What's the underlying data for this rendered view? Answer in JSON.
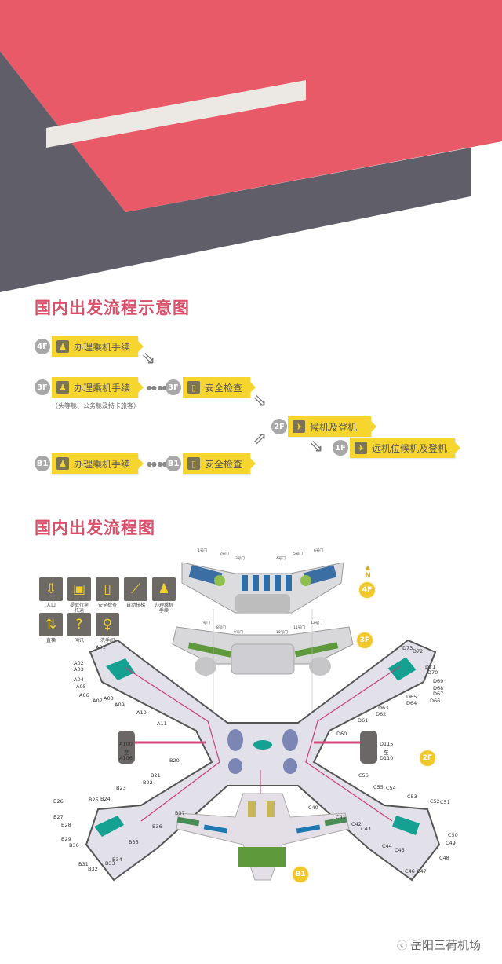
{
  "colors": {
    "red": "#e85a68",
    "dark_gray": "#5f5e69",
    "bar": "#ece8e4",
    "yellow": "#f6d52f",
    "title": "#d9506a",
    "teal": "#14a192",
    "green": "#5e9a3c"
  },
  "flow": {
    "title": "国内出发流程示意图",
    "steps": [
      {
        "floor": "4F",
        "label": "办理乘机手续",
        "icon": "checkin-icon"
      },
      {
        "floor": "3F",
        "label": "办理乘机手续",
        "icon": "checkin-icon",
        "note": "（头等舱、公务舱及持卡旅客）"
      },
      {
        "floor": "3F",
        "label": "安全检查",
        "icon": "security-icon"
      },
      {
        "floor": "2F",
        "label": "候机及登机",
        "icon": "boarding-icon"
      },
      {
        "floor": "1F",
        "label": "远机位候机及登机",
        "icon": "boarding-icon"
      },
      {
        "floor": "B1",
        "label": "办理乘机手续",
        "icon": "checkin-icon"
      },
      {
        "floor": "B1",
        "label": "安全检查",
        "icon": "security-icon"
      }
    ]
  },
  "map": {
    "title": "国内出发流程图",
    "legend": [
      {
        "label": "入口",
        "icon": "entrance-icon"
      },
      {
        "label": "提取行李\n托运",
        "icon": "baggage-icon"
      },
      {
        "label": "安全检查",
        "icon": "security-icon"
      },
      {
        "label": "自动扶梯",
        "icon": "escalator-icon"
      },
      {
        "label": "办理乘机\n手续",
        "icon": "checkin-icon"
      },
      {
        "label": "直梯",
        "icon": "elevator-icon"
      },
      {
        "label": "问讯",
        "icon": "question-icon"
      },
      {
        "label": "洗手间",
        "icon": "restroom-icon"
      }
    ],
    "north": "N",
    "floors": [
      "4F",
      "3F",
      "2F",
      "B1"
    ],
    "doors_4f": [
      "1号门",
      "2号门",
      "3号门",
      "4号门",
      "5号门",
      "6号门"
    ],
    "doors_3f": [
      "7号门",
      "8号门",
      "9号门",
      "10号门",
      "11号门",
      "12号门"
    ],
    "remote_a": [
      "A100",
      "至",
      "A106"
    ],
    "remote_d": [
      "D115",
      "至",
      "D110"
    ],
    "gates_a": [
      "A01",
      "A02",
      "A03",
      "A04",
      "A05",
      "A06",
      "A07",
      "A08",
      "A09",
      "A10",
      "A11"
    ],
    "gates_b": [
      "B20",
      "B21",
      "B22",
      "B23",
      "B24",
      "B25",
      "B26",
      "B27",
      "B28",
      "B29",
      "B30",
      "B31",
      "B32",
      "B33",
      "B34",
      "B35",
      "B36",
      "B37"
    ],
    "gates_c": [
      "C40",
      "C41",
      "C42",
      "C43",
      "C44",
      "C45",
      "C46",
      "C47",
      "C48",
      "C49",
      "C50",
      "C51",
      "C52",
      "C53",
      "C54",
      "C55",
      "C56"
    ],
    "gates_d": [
      "D60",
      "D61",
      "D62",
      "D63",
      "D64",
      "D65",
      "D66",
      "D67",
      "D68",
      "D69",
      "D70",
      "D71",
      "D72",
      "D73"
    ]
  },
  "watermark": "岳阳三荷机场"
}
